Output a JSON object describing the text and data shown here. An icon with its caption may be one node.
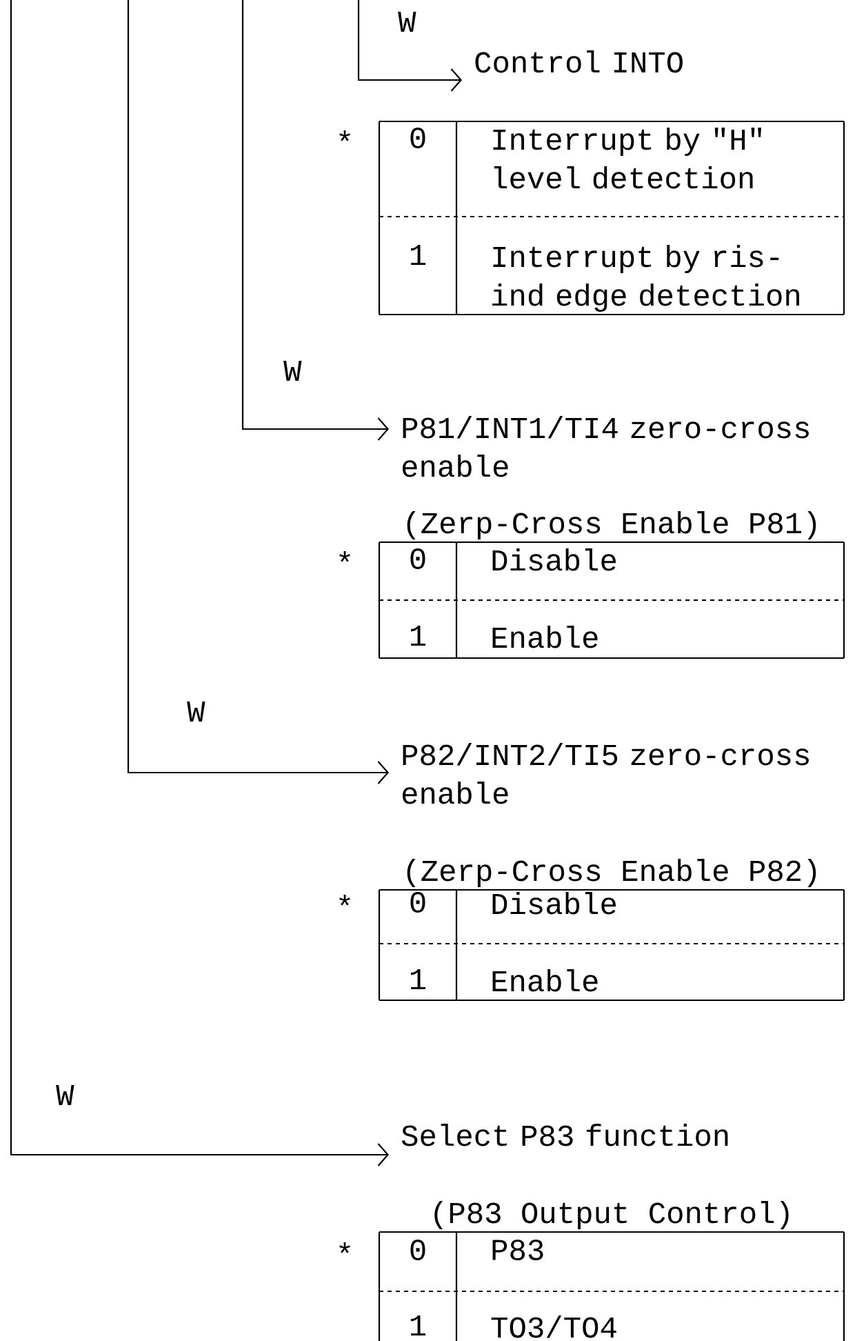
{
  "diagram": {
    "nodes": [
      {
        "text": [
          "Control INTO"
        ]
      },
      {
        "text": [
          "0",
          "Interrupt by \"H\" level detection",
          "1",
          "Interrupt by ris- ind edge detection"
        ],
        "beside": [
          "*"
        ]
      },
      {
        "text": [
          "P81/INT1/TI4 zero-cross enable"
        ]
      },
      {
        "text": [
          "(Zerp-Cross Enable P81)",
          "0",
          "Disable",
          "1",
          "Enable"
        ],
        "beside": [
          "*"
        ]
      },
      {
        "text": [
          "P82/INT2/TI5 zero-cross enable"
        ]
      },
      {
        "text": [
          "(Zerp-Cross Enable P82)",
          "0",
          "Disable",
          "1",
          "Enable"
        ],
        "beside": [
          "*"
        ]
      },
      {
        "text": [
          "Select P83 function"
        ]
      },
      {
        "text": [
          "(P83 Output Control)",
          "0",
          "P83",
          "1",
          "TO3/TO4"
        ],
        "beside": [
          "*"
        ]
      }
    ],
    "edges": [
      {
        "from": null,
        "to": 0,
        "arrow": "to"
      },
      {
        "from": null,
        "to": 2,
        "arrow": "to"
      },
      {
        "from": null,
        "to": 4,
        "arrow": "to"
      },
      {
        "from": null,
        "to": 6,
        "arrow": "to"
      }
    ],
    "labels": [
      "W",
      "W",
      "W",
      "W"
    ]
  }
}
